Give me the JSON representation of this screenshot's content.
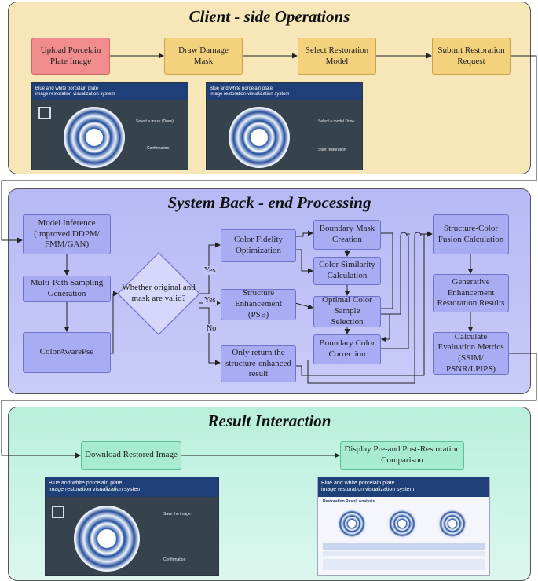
{
  "panels": {
    "client": {
      "title": "Client - side Operations"
    },
    "backend": {
      "title": "System Back - end Processing"
    },
    "result": {
      "title": "Result Interaction"
    }
  },
  "client_nodes": {
    "upload": "Upload Porcelain Plate Image",
    "mask": "Draw Damage Mask",
    "model": "Select Restoration Model",
    "submit": "Submit Restoration Request"
  },
  "backend_nodes": {
    "inference": "Model Inference (improved DDPM/ FMM/GAN)",
    "multipath": "Multi-Path Sampling Generation",
    "colorpse": "ColorAwarePse",
    "decision": "Whether original and mask are valid?",
    "fidelity": "Color Fidelity Optimization",
    "structure": "Structure Enhancement (PSE)",
    "only_return": "Only return the structure-enhanced result",
    "boundary_mask": "Boundary Mask Creation",
    "similarity": "Color Similarity Calculation",
    "optimal": "Optimal Color Sample Selection",
    "boundary_color": "Boundary Color Correction",
    "fusion": "Structure-Color Fusion Calculation",
    "generative": "Generative Enhancement Restoration Results",
    "metrics": "Calculate Evaluation Metrics (SSIM/ PSNR/LPIPS)"
  },
  "edge_labels": {
    "yes1": "Yes",
    "yes2": "Yes",
    "no": "No"
  },
  "result_nodes": {
    "download": "Download Restored Image",
    "display": "Display Pre-and Post-Restoration Comparison"
  },
  "screens": {
    "header_line1": "Blue and white porcelain plate",
    "header_line2": "image restoration visualization system",
    "s1_btn1": "Select a mask (Draw)",
    "s1_btn2": "Confirmation",
    "s2_btn1": "Select a model  Draw",
    "s2_btn2": "Start restoration",
    "s3_btn1": "Save the image",
    "s3_btn2": "Confirmation",
    "s4_title": "Restoration Result Analysis"
  },
  "colors": {
    "client_bg": "#f7e6b8",
    "backend_bg": "#b7b9f5",
    "result_bg": "#b8f0dc",
    "upload_highlight": "#f08c8c"
  }
}
